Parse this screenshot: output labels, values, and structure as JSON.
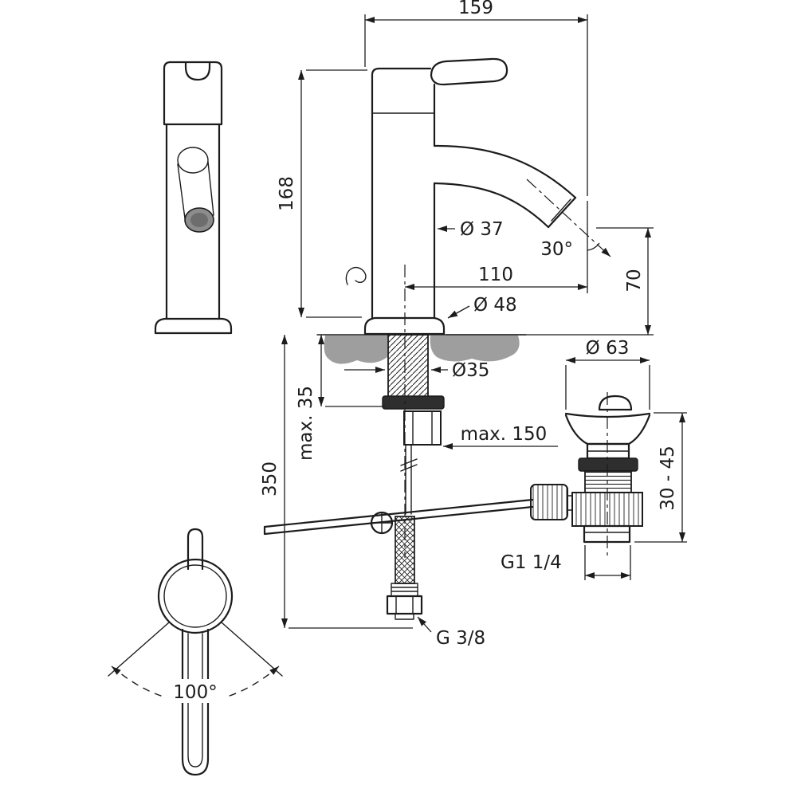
{
  "diagram": {
    "labels": {
      "dim_159": "159",
      "dim_168": "168",
      "dia_body": "Ø 37",
      "angle_spout": "30°",
      "dim_110": "110",
      "dim_70": "70",
      "dia_base": "Ø 48",
      "dia_shank": "Ø35",
      "max_deck": "max. 35",
      "max_rod": "max. 150",
      "dim_350": "350",
      "dia_waste": "Ø 63",
      "range_waste": "30 - 45",
      "thread_waste": "G1 1/4",
      "thread_supply": "G 3/8",
      "angle_swivel": "100°"
    },
    "colors": {
      "line": "#1c1c1c",
      "deck_fill": "#9e9e9e",
      "outlet_fill": "#8c8c8c",
      "seal_fill": "#2e2e2e"
    }
  }
}
